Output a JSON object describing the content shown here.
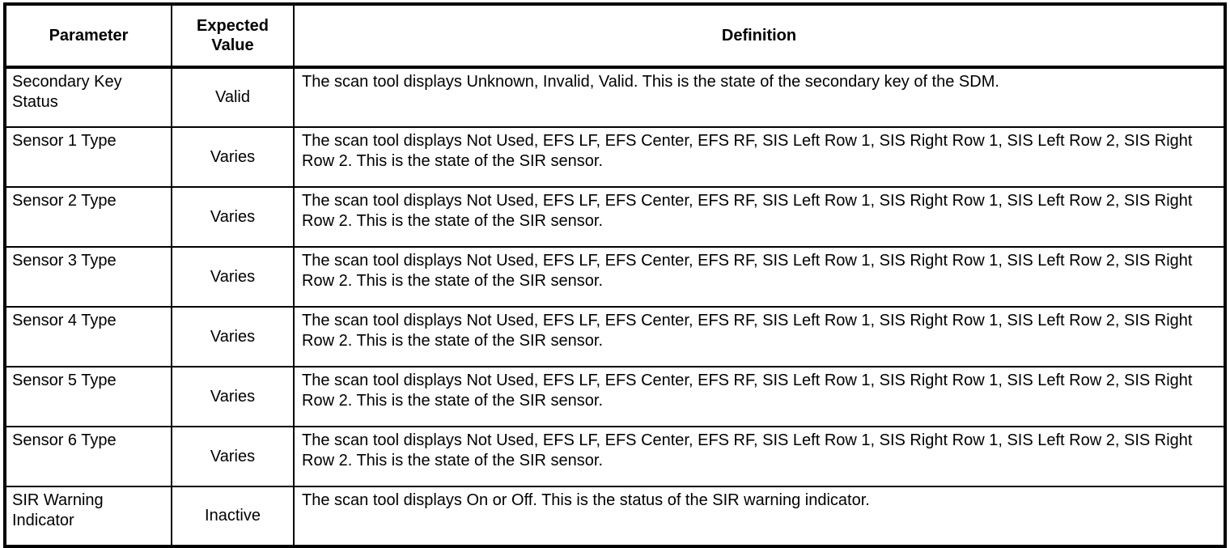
{
  "table": {
    "columns": [
      {
        "key": "parameter",
        "label": "Parameter"
      },
      {
        "key": "expected_value",
        "label": "Expected\nValue"
      },
      {
        "key": "definition",
        "label": "Definition"
      }
    ],
    "rows": [
      {
        "parameter": "Secondary Key Status",
        "expected_value": "Valid",
        "definition": "The scan tool displays Unknown, Invalid, Valid. This is the state of the secondary key of the SDM."
      },
      {
        "parameter": "Sensor 1 Type",
        "expected_value": "Varies",
        "definition": "The scan tool displays Not Used, EFS LF, EFS Center, EFS RF, SIS Left Row 1, SIS Right Row 1, SIS Left Row 2, SIS Right Row 2. This is the state of the SIR sensor."
      },
      {
        "parameter": "Sensor 2 Type",
        "expected_value": "Varies",
        "definition": "The scan tool displays Not Used, EFS LF, EFS Center, EFS RF, SIS Left Row 1, SIS Right Row 1, SIS Left Row 2, SIS Right Row 2. This is the state of the SIR sensor."
      },
      {
        "parameter": "Sensor 3 Type",
        "expected_value": "Varies",
        "definition": "The scan tool displays Not Used, EFS LF, EFS Center, EFS RF, SIS Left Row 1, SIS Right Row 1, SIS Left Row 2, SIS Right Row 2. This is the state of the SIR sensor."
      },
      {
        "parameter": "Sensor 4 Type",
        "expected_value": "Varies",
        "definition": "The scan tool displays Not Used, EFS LF, EFS Center, EFS RF, SIS Left Row 1, SIS Right Row 1, SIS Left Row 2, SIS Right Row 2. This is the state of the SIR sensor."
      },
      {
        "parameter": "Sensor 5 Type",
        "expected_value": "Varies",
        "definition": "The scan tool displays Not Used, EFS LF, EFS Center, EFS RF, SIS Left Row 1, SIS Right Row 1, SIS Left Row 2, SIS Right Row 2. This is the state of the SIR sensor."
      },
      {
        "parameter": "Sensor 6 Type",
        "expected_value": "Varies",
        "definition": "The scan tool displays Not Used, EFS LF, EFS Center, EFS RF, SIS Left Row 1, SIS Right Row 1, SIS Left Row 2, SIS Right Row 2. This is the state of the SIR sensor."
      },
      {
        "parameter": "SIR Warning Indicator",
        "expected_value": "Inactive",
        "definition": "The scan tool displays On or Off. This is the status of the SIR warning indicator."
      }
    ]
  },
  "style": {
    "border_color": "#000000",
    "text_color": "#000000",
    "background": "#ffffff"
  }
}
